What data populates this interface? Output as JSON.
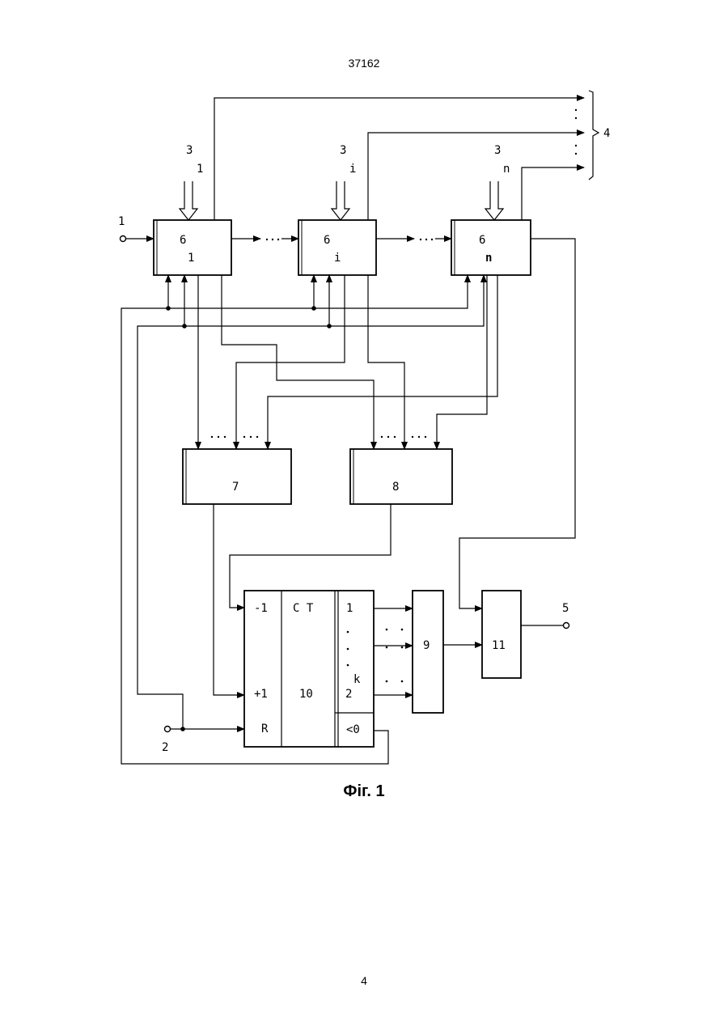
{
  "header": {
    "page_code": "37162"
  },
  "footer": {
    "page_number": "4"
  },
  "figure": {
    "caption": "Фіг. 1",
    "labels": {
      "input_1": "1",
      "input_2": "2",
      "output_4": "4",
      "output_5": "5",
      "input_3_1": "3",
      "input_3_1_sub": "1",
      "input_3_i": "3",
      "input_3_i_sub": "i",
      "input_3_n": "3",
      "input_3_n_sub": "n",
      "block_6_1": "6",
      "block_6_1_sub": "1",
      "block_6_i": "6",
      "block_6_i_sub": "i",
      "block_6_n": "6",
      "block_6_n_sub": "n",
      "block_7": "7",
      "block_8": "8",
      "block_9": "9",
      "block_10_title": "C T",
      "block_10_num": "10",
      "block_10_minus": "-1",
      "block_10_plus": "+1",
      "block_10_reset": "R",
      "block_10_out_1": "1",
      "block_10_out_k": "k",
      "block_10_out_2": "2",
      "block_10_out_neg": "<0",
      "block_11": "11"
    }
  }
}
